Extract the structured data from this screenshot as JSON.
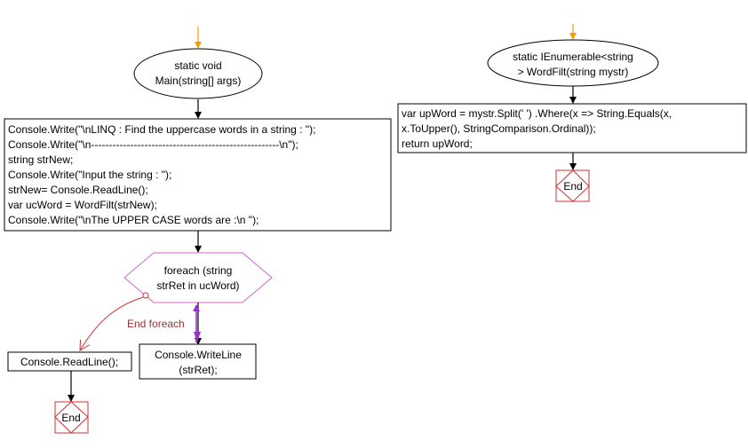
{
  "main": {
    "entry_label_lines": [
      "static void",
      "Main(string[] args)"
    ],
    "code_lines": [
      "Console.Write(\"\\nLINQ : Find the uppercase words in a string : \");",
      "Console.Write(\"\\n-----------------------------------------------------\\n\");",
      "string strNew;",
      "Console.Write(\"Input the string : \");",
      "strNew= Console.ReadLine();",
      "var ucWord = WordFilt(strNew);",
      "Console.Write(\"\\nThe UPPER CASE words are :\\n \");"
    ],
    "loop_label_lines": [
      "foreach (string",
      "strRet in ucWord)"
    ],
    "loop_end_label": "End foreach",
    "after_loop_label": "Console.ReadLine();",
    "loop_body_lines": [
      "Console.WriteLine",
      "(strRet);"
    ],
    "end_label": "End"
  },
  "wordfilt": {
    "entry_label_lines": [
      "static IEnumerable<string",
      "> WordFilt(string mystr)"
    ],
    "code_lines": [
      "var upWord = mystr.Split(' ') .Where(x => String.Equals(x,",
      "x.ToUpper(), StringComparison.Ordinal));",
      "return upWord;"
    ],
    "end_label": "End"
  },
  "colors": {
    "start_arrow": "#f5a000",
    "loop_hexagon": "#cc66cc",
    "end_box": "#cc3333",
    "end_foreach_text": "#993333",
    "loop_back_arrow": "#9933cc"
  }
}
